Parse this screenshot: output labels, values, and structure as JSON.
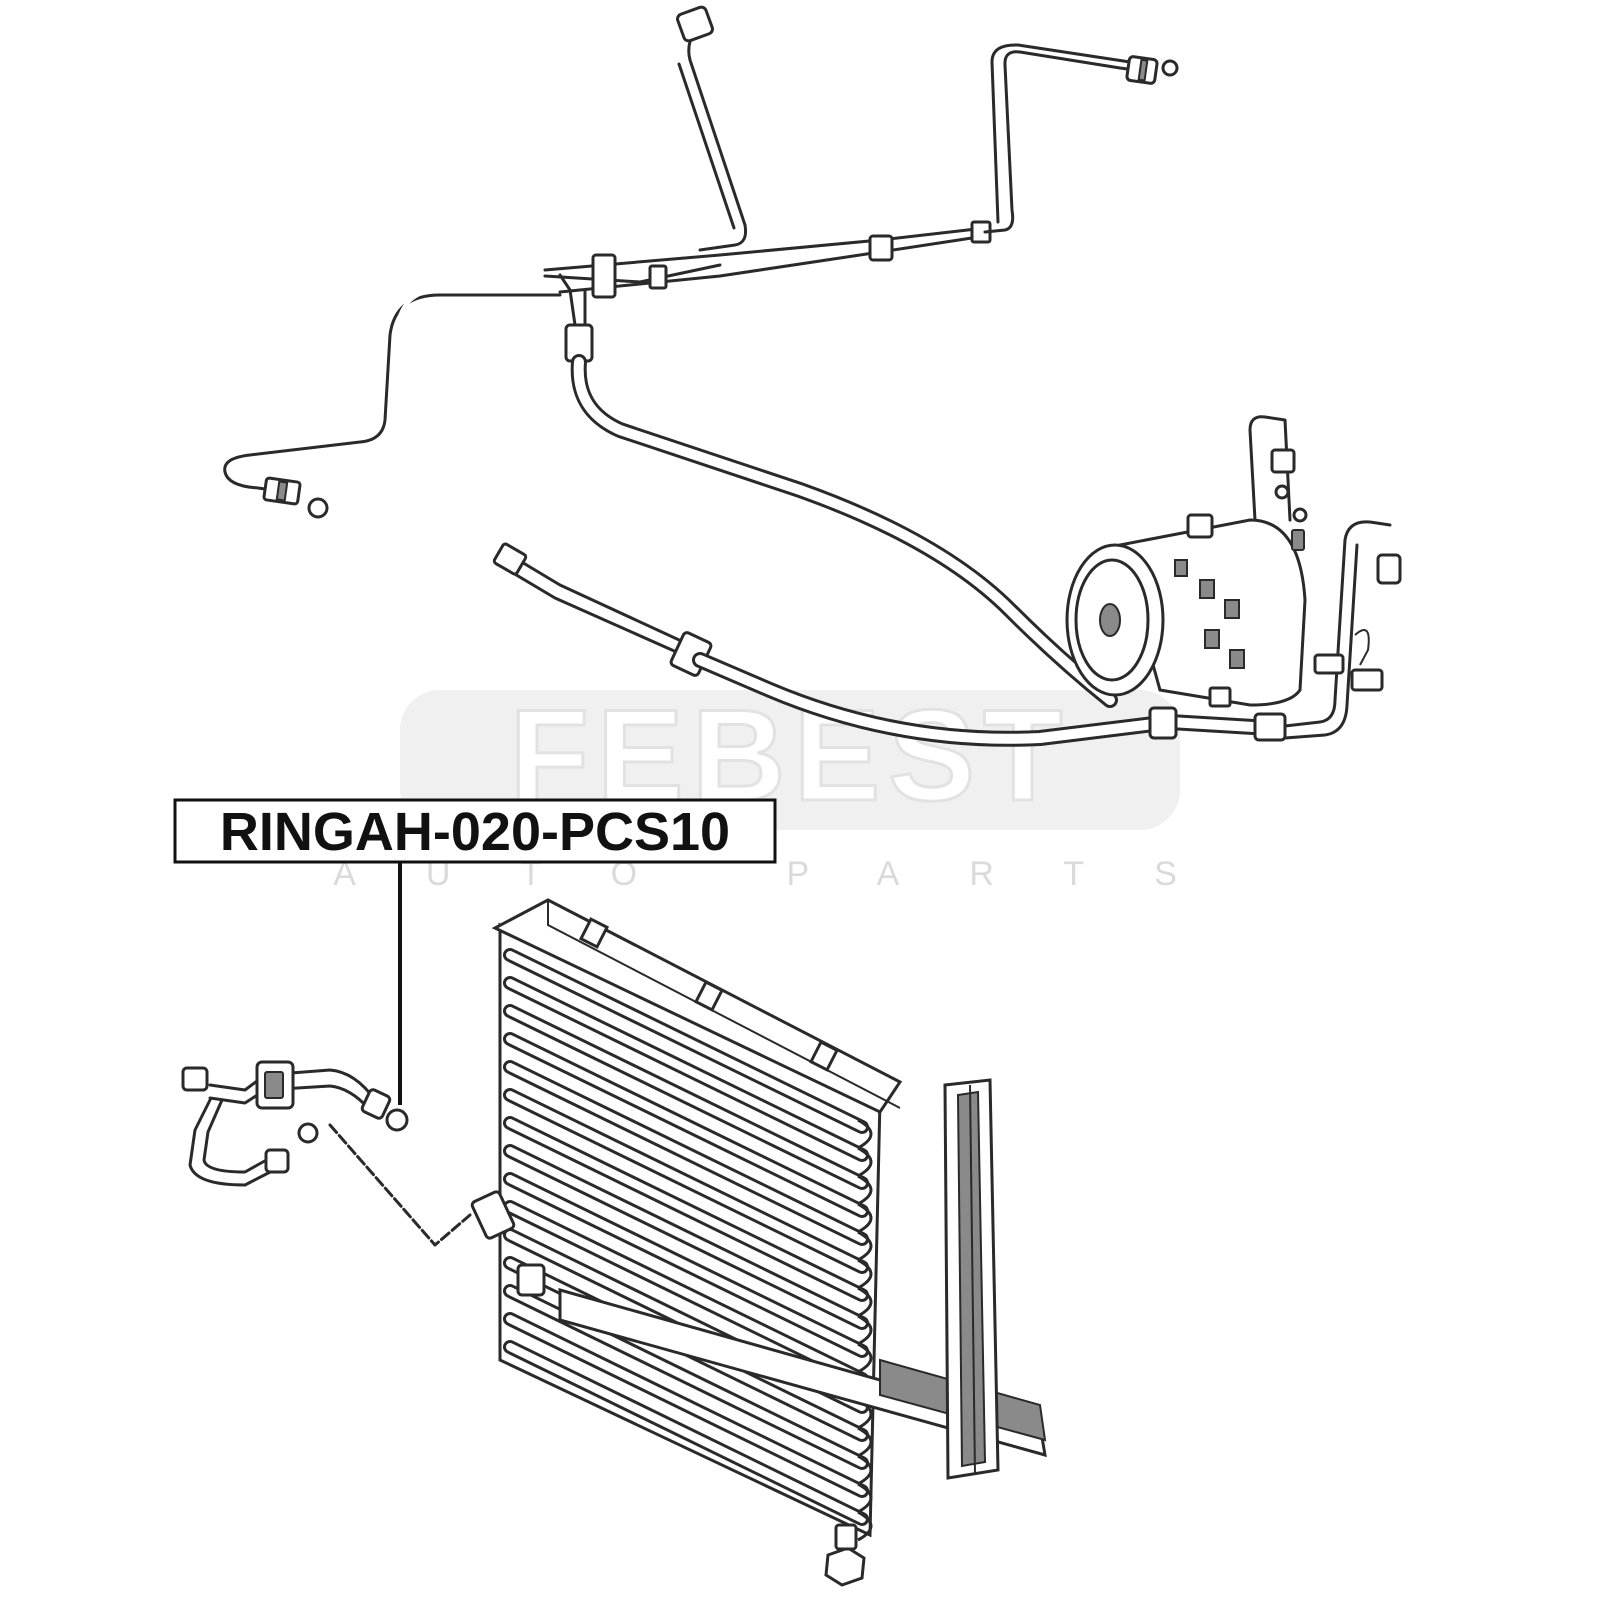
{
  "watermark": {
    "brand": "FEBEST",
    "subtitle": "AUTO PARTS",
    "color": "#e6e6e6"
  },
  "callout": {
    "part_number": "RINGAH-020-PCS10"
  }
}
